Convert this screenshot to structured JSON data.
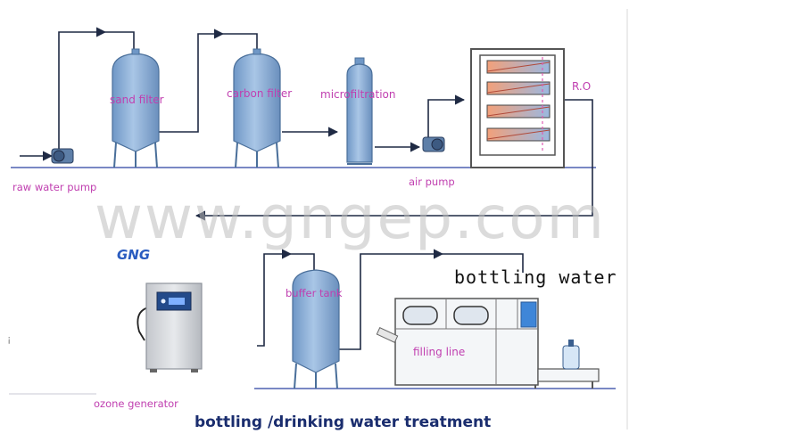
{
  "watermark": "www.gngep.com",
  "logo": "GNG",
  "heading": "bottling water",
  "caption": "bottling /drinking water treatment",
  "labels": {
    "raw_water_pump": "raw water pump",
    "sand_filter": "sand filter",
    "carbon_filter": "carbon filter",
    "microfiltration": "microfiltration",
    "ro": "R.O",
    "air_pump": "air pump",
    "buffer_tank": "buffer tank",
    "filling_line": "filling line",
    "ozone_generator": "ozone generator"
  },
  "stray_mark": "¡",
  "colors": {
    "pipe": "#1f2a44",
    "baseline": "#7a88c4",
    "tank_fill": "#8fb1d8",
    "tank_stroke": "#4a6f9a",
    "label": "#c03fb0",
    "caption": "#1a2d6e"
  }
}
